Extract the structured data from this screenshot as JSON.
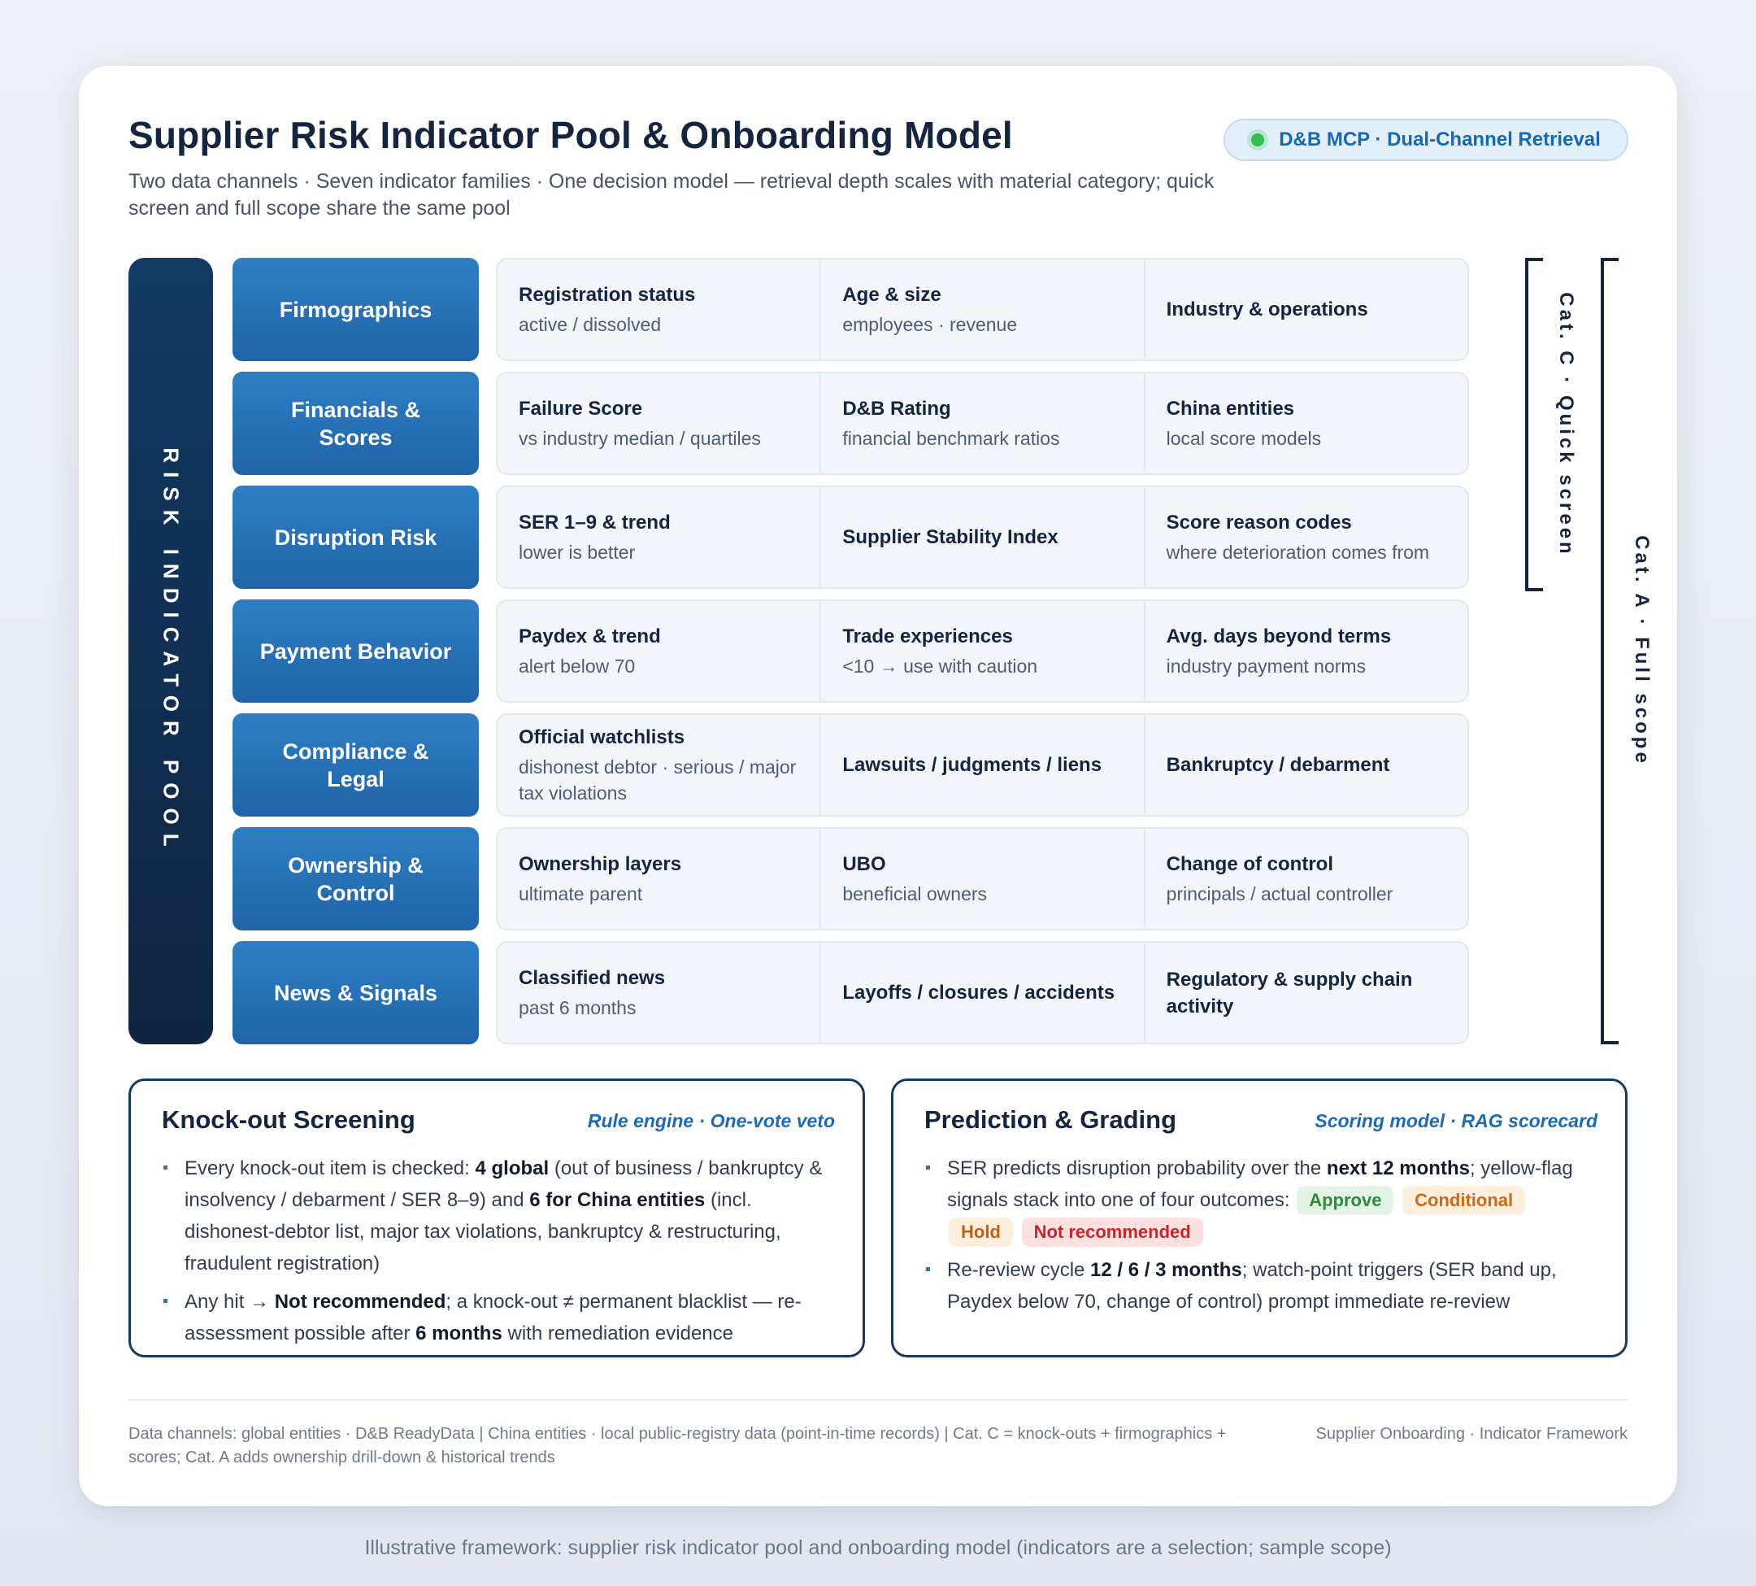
{
  "header": {
    "title": "Supplier Risk Indicator Pool & Onboarding Model",
    "subtitle": "Two data channels · Seven indicator families · One decision model — retrieval depth scales with material category; quick screen and full scope share the same pool",
    "badge": "D&B MCP · Dual-Channel Retrieval"
  },
  "pool_label": "RISK INDICATOR POOL",
  "families": [
    {
      "name": "Firmographics",
      "indicators": [
        {
          "title": "Registration status",
          "sub": "active / dissolved"
        },
        {
          "title": "Age & size",
          "sub": "employees · revenue"
        },
        {
          "title": "Industry & operations",
          "sub": ""
        }
      ]
    },
    {
      "name": "Financials & Scores",
      "indicators": [
        {
          "title": "Failure Score",
          "sub": "vs industry median / quartiles"
        },
        {
          "title": "D&B Rating",
          "sub": "financial benchmark ratios"
        },
        {
          "title": "China entities",
          "sub": "local score models"
        }
      ]
    },
    {
      "name": "Disruption Risk",
      "indicators": [
        {
          "title": "SER 1–9 & trend",
          "sub": "lower is better"
        },
        {
          "title": "Supplier Stability Index",
          "sub": ""
        },
        {
          "title": "Score reason codes",
          "sub": "where deterioration comes from"
        }
      ]
    },
    {
      "name": "Payment Behavior",
      "indicators": [
        {
          "title": "Paydex & trend",
          "sub": "alert below 70"
        },
        {
          "title": "Trade experiences",
          "sub": "<10 → use with caution"
        },
        {
          "title": "Avg. days beyond terms",
          "sub": "industry payment norms"
        }
      ]
    },
    {
      "name": "Compliance & Legal",
      "indicators": [
        {
          "title": "Official watchlists",
          "sub": "dishonest debtor · serious / major tax violations"
        },
        {
          "title": "Lawsuits / judgments / liens",
          "sub": ""
        },
        {
          "title": "Bankruptcy / debarment",
          "sub": ""
        }
      ]
    },
    {
      "name": "Ownership & Control",
      "indicators": [
        {
          "title": "Ownership layers",
          "sub": "ultimate parent"
        },
        {
          "title": "UBO",
          "sub": "beneficial owners"
        },
        {
          "title": "Change of control",
          "sub": "principals / actual controller"
        }
      ]
    },
    {
      "name": "News & Signals",
      "indicators": [
        {
          "title": "Classified news",
          "sub": "past 6 months"
        },
        {
          "title": "Layoffs / closures / accidents",
          "sub": ""
        },
        {
          "title": "Regulatory & supply chain activity",
          "sub": ""
        }
      ]
    }
  ],
  "scopes": {
    "quick": "Cat. C · Quick screen",
    "full": "Cat. A · Full scope"
  },
  "knockout": {
    "title": "Knock-out Screening",
    "tag": "Rule engine · One-vote veto",
    "b1": {
      "t1": "Every knock-out item is checked: ",
      "s1": "4 global",
      "t2": " (out of business / bankruptcy & insolvency / debarment / SER 8–9) and ",
      "s2": "6 for China entities",
      "t3": " (incl. dishonest-debtor list, major tax violations, bankruptcy & restructuring, fraudulent registration)"
    },
    "b2": {
      "t1": "Any hit → ",
      "s1": "Not recommended",
      "t2": "; a knock-out ≠ permanent blacklist — re-assessment possible after ",
      "s2": "6 months",
      "t3": " with remediation evidence"
    }
  },
  "grading": {
    "title": "Prediction & Grading",
    "tag": "Scoring model · RAG scorecard",
    "b1": {
      "t1": "SER predicts disruption probability over the ",
      "s1": "next 12 months",
      "t2": "; yellow-flag signals stack into one of four outcomes: "
    },
    "outcomes": {
      "approve": "Approve",
      "conditional": "Conditional",
      "hold": "Hold",
      "not_recommended": "Not recommended"
    },
    "b2": {
      "t1": "Re-review cycle ",
      "s1": "12 / 6 / 3 months",
      "t2": "; watch-point triggers (SER band up, Paydex below 70, change of control) prompt immediate re-review"
    }
  },
  "footer": {
    "left": "Data channels: global entities · D&B ReadyData  |  China entities · local public-registry data (point-in-time records)  |  Cat. C = knock-outs + firmographics + scores; Cat. A adds ownership drill-down & historical trends",
    "right": "Supplier Onboarding · Indicator Framework"
  },
  "caption": "Illustrative framework: supplier risk indicator pool and onboarding model (indicators are a selection; sample scope)",
  "colors": {
    "navy": "#14253f",
    "family_blue": "#2a72b8",
    "accent": "#1c6ab0",
    "status_green": "#2fbf4a"
  }
}
